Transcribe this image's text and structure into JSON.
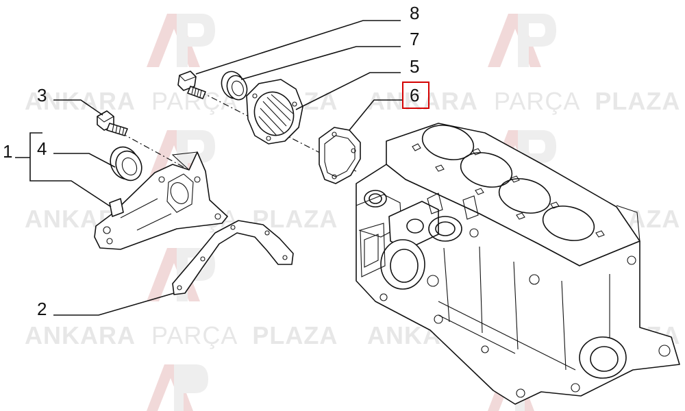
{
  "diagram": {
    "watermark": {
      "brand_bold_1": "ANKARA",
      "brand_light": "PARÇA",
      "brand_bold_2": "PLAZA",
      "logo_letters": "AP"
    },
    "callouts": [
      {
        "id": "1",
        "label": "1"
      },
      {
        "id": "2",
        "label": "2"
      },
      {
        "id": "3",
        "label": "3"
      },
      {
        "id": "4",
        "label": "4"
      },
      {
        "id": "5",
        "label": "5"
      },
      {
        "id": "6",
        "label": "6",
        "highlighted": true
      },
      {
        "id": "7",
        "label": "7"
      },
      {
        "id": "8",
        "label": "8"
      }
    ],
    "highlight_color": "#d40000",
    "line_color": "#111111",
    "watermark_color": "#e7e7e7"
  }
}
